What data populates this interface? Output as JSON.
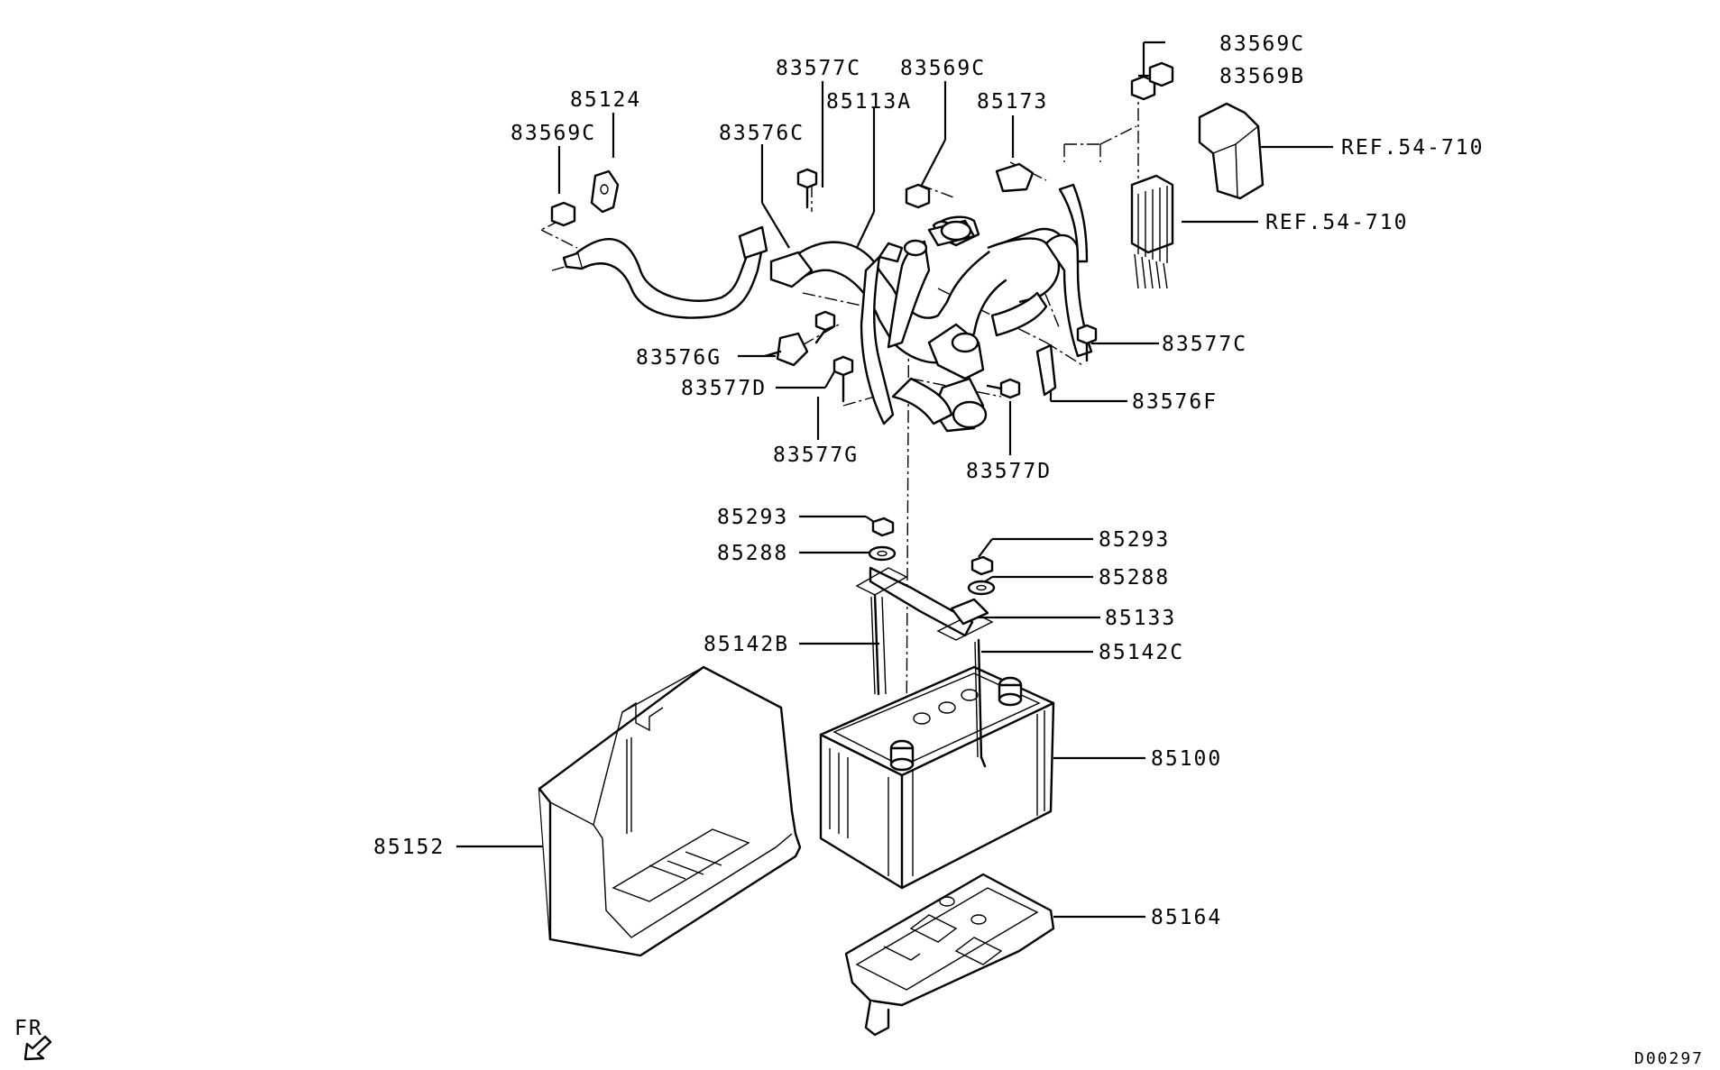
{
  "diagram": {
    "labels": {
      "l_83569C_tr": "83569C",
      "l_83569B": "83569B",
      "l_83577C_top": "83577C",
      "l_83569C_mid": "83569C",
      "l_85124": "85124",
      "l_85113A": "85113A",
      "l_85173": "85173",
      "l_83569C_left": "83569C",
      "l_83576C": "83576C",
      "l_ref1": "REF.54-710",
      "l_ref2": "REF.54-710",
      "l_83577C_right": "83577C",
      "l_83576G": "83576G",
      "l_83577D_left": "83577D",
      "l_83576F": "83576F",
      "l_83577G": "83577G",
      "l_83577D_bot": "83577D",
      "l_85293_left": "85293",
      "l_85288_left": "85288",
      "l_85293_right": "85293",
      "l_85288_right": "85288",
      "l_85133": "85133",
      "l_85142B": "85142B",
      "l_85142C": "85142C",
      "l_85100": "85100",
      "l_85152": "85152",
      "l_85164": "85164"
    },
    "direction_label": "FR",
    "drawing_code": "D00297"
  }
}
